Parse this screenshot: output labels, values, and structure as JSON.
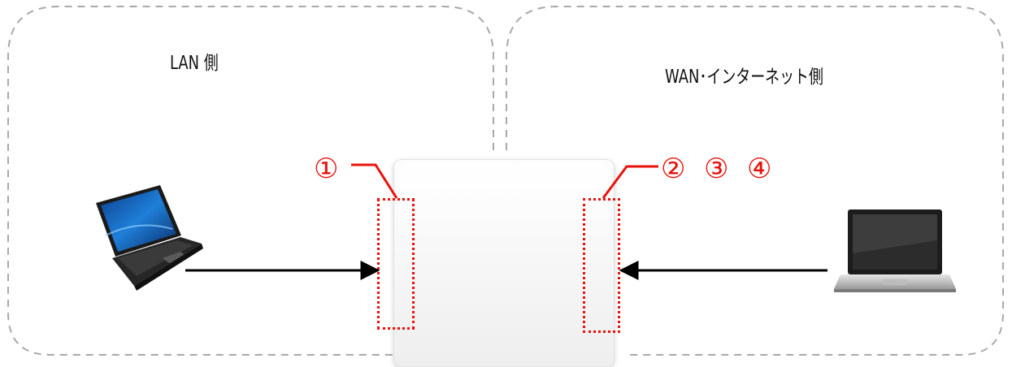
{
  "diagram": {
    "lan_zone": {
      "label": "LAN 側"
    },
    "wan_zone": {
      "label": "WAN･インターネット側"
    },
    "device": {
      "icon": "router-icon"
    },
    "left_computer": {
      "icon": "laptop-icon"
    },
    "right_computer": {
      "icon": "laptop-icon"
    },
    "callouts": {
      "left": [
        "①"
      ],
      "right": [
        "②",
        "③",
        "④"
      ]
    },
    "colors": {
      "zone_border": "#a9a9a9",
      "callout": "#e8120c",
      "arrow": "#000000"
    }
  }
}
